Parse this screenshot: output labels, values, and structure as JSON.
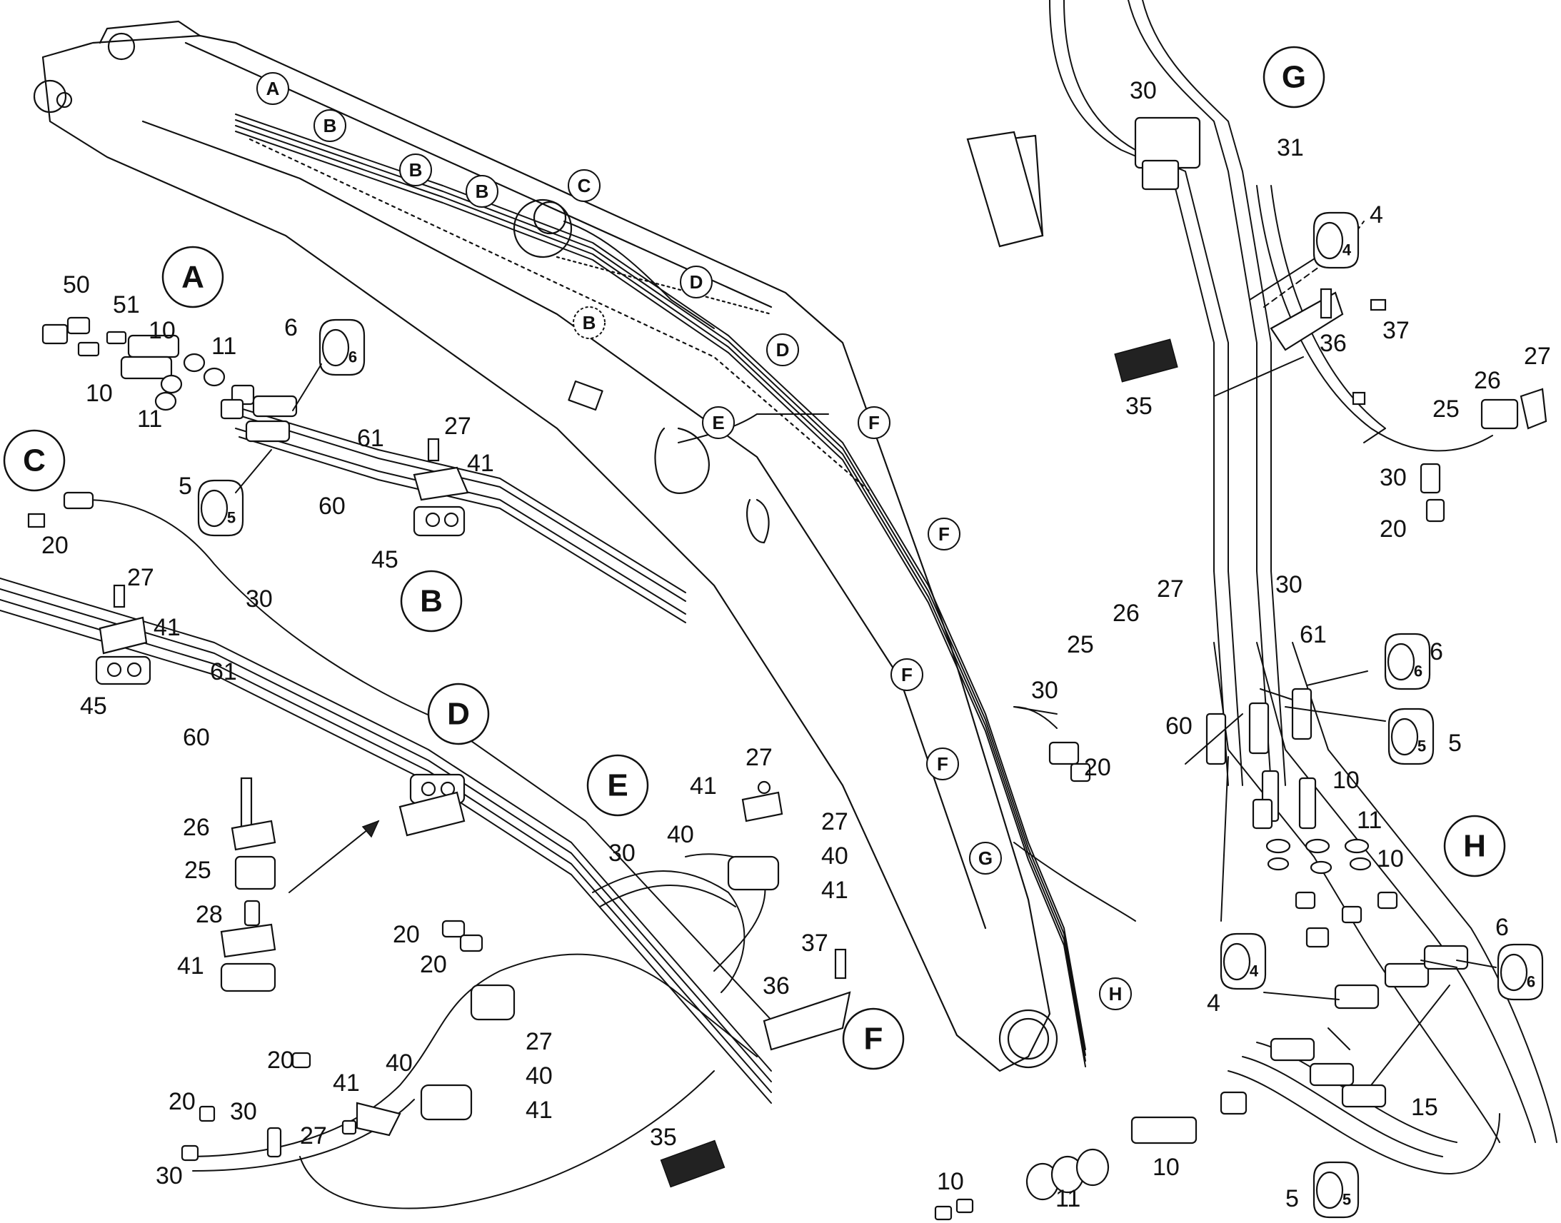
{
  "detail_markers_large": [
    "A",
    "B",
    "C",
    "D",
    "E",
    "F",
    "G",
    "H"
  ],
  "detail_markers_small": [
    "A",
    "B",
    "B",
    "B",
    "C",
    "D",
    "D",
    "E",
    "F",
    "F",
    "F",
    "F",
    "G",
    "H",
    "B"
  ],
  "part_numbers": {
    "detail_a": [
      "50",
      "51",
      "10",
      "11",
      "10",
      "11",
      "6",
      "61",
      "5",
      "60",
      "27",
      "41",
      "45"
    ],
    "detail_c": [
      "20",
      "27",
      "30",
      "41",
      "61",
      "45",
      "60"
    ],
    "detail_d": [
      "26",
      "25",
      "28",
      "41"
    ],
    "detail_e": [
      "27",
      "41",
      "30",
      "40",
      "27",
      "40",
      "41",
      "20",
      "20",
      "37",
      "36",
      "20",
      "30",
      "20",
      "40",
      "41",
      "30",
      "27",
      "27",
      "40",
      "41",
      "35"
    ],
    "detail_g": [
      "30",
      "31",
      "4",
      "37",
      "36",
      "35",
      "27",
      "26",
      "25",
      "30",
      "20"
    ],
    "detail_h": [
      "27",
      "26",
      "25",
      "30",
      "30",
      "61",
      "6",
      "20",
      "60",
      "5",
      "10",
      "11",
      "10",
      "4",
      "6",
      "15",
      "5",
      "10",
      "11",
      "10"
    ]
  },
  "captive_numbers": {
    "nut_4": "4",
    "nut_5": "5",
    "nut_6": "6"
  },
  "colors": {
    "ink": "#111111",
    "background": "#ffffff"
  }
}
